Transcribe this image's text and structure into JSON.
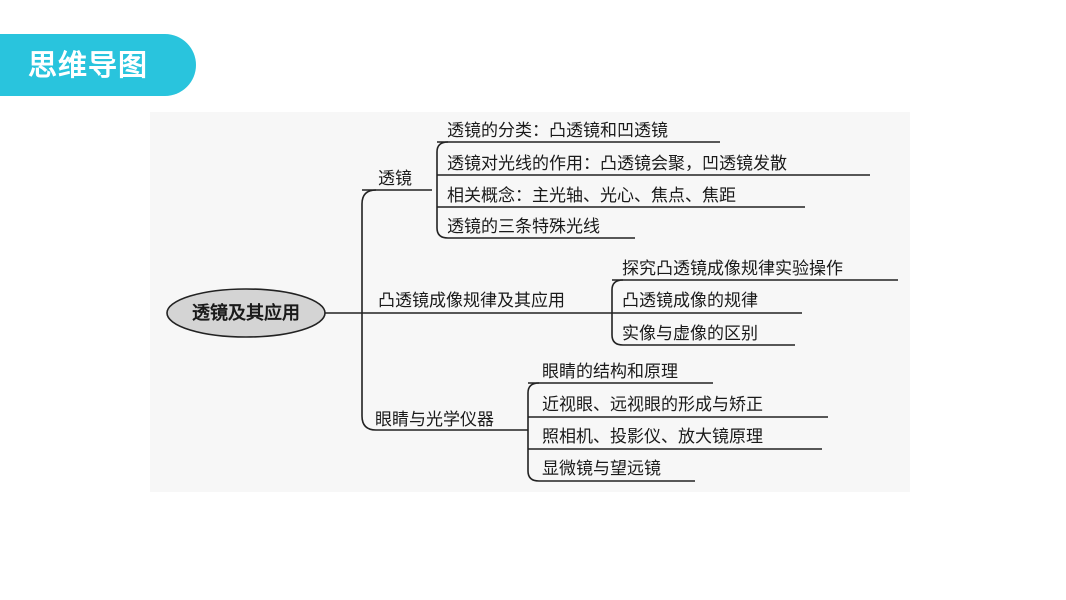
{
  "page": {
    "title": "思维导图"
  },
  "mindmap": {
    "root": "透镜及其应用",
    "branches": [
      {
        "label": "透镜",
        "items": [
          "透镜的分类：凸透镜和凹透镜",
          "透镜对光线的作用：凸透镜会聚，凹透镜发散",
          "相关概念：主光轴、光心、焦点、焦距",
          "透镜的三条特殊光线"
        ]
      },
      {
        "label": "凸透镜成像规律及其应用",
        "items": [
          "探究凸透镜成像规律实验操作",
          "凸透镜成像的规律",
          "实像与虚像的区别"
        ]
      },
      {
        "label": "眼睛与光学仪器",
        "items": [
          "眼睛的结构和原理",
          "近视眼、远视眼的形成与矫正",
          "照相机、投影仪、放大镜原理",
          "显微镜与望远镜"
        ]
      }
    ]
  },
  "colors": {
    "accent": "#29c4dd",
    "line": "#222222",
    "root_fill": "#d4d4d4"
  }
}
